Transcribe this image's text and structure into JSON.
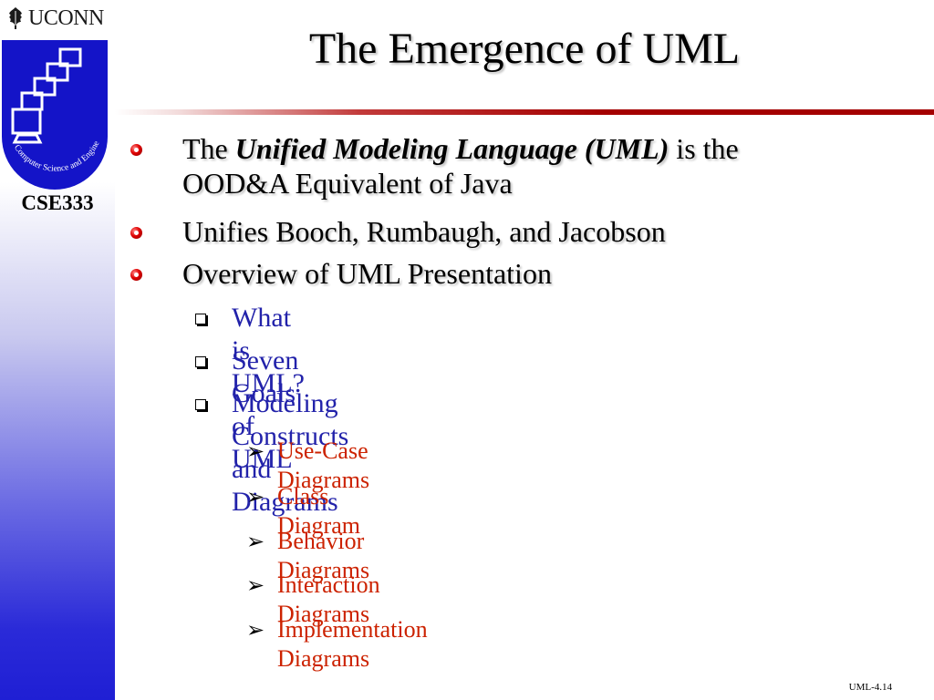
{
  "sidebar": {
    "brand": "UCONN",
    "logo_ring_text": "Computer Science and Engineering",
    "course": "CSE333"
  },
  "slide": {
    "title": "The Emergence of UML",
    "bullets": [
      {
        "level": 1,
        "prefix": "The ",
        "emphasis": "Unified Modeling Language (UML)",
        "suffix": " is the",
        "line2": "OOD&A Equivalent of Java"
      },
      {
        "level": 1,
        "text": "Unifies Booch, Rumbaugh, and Jacobson"
      },
      {
        "level": 1,
        "text": "Overview of UML Presentation"
      },
      {
        "level": 2,
        "text": "What is UML?"
      },
      {
        "level": 2,
        "text": "Seven Goals of UML"
      },
      {
        "level": 2,
        "text": "Modeling Constructs and Diagrams"
      },
      {
        "level": 3,
        "text": "Use-Case Diagrams"
      },
      {
        "level": 3,
        "text": "Class Diagram"
      },
      {
        "level": 3,
        "text": "Behavior Diagrams"
      },
      {
        "level": 3,
        "text": "Interaction Diagrams"
      },
      {
        "level": 3,
        "text": "Implementation Diagrams"
      }
    ],
    "footer": "UML-4.14"
  },
  "colors": {
    "accent_rule": "#a40000",
    "level2_text": "#2222aa",
    "level3_text": "#cc2200",
    "sidebar_bottom": "#1f1fd4"
  },
  "icons": {
    "brand": "oak-leaf-icon",
    "level1_bullet": "red-ring-bullet-icon",
    "level2_bullet": "hollow-square-bullet-icon",
    "level3_bullet": "arrowhead-bullet-icon"
  }
}
